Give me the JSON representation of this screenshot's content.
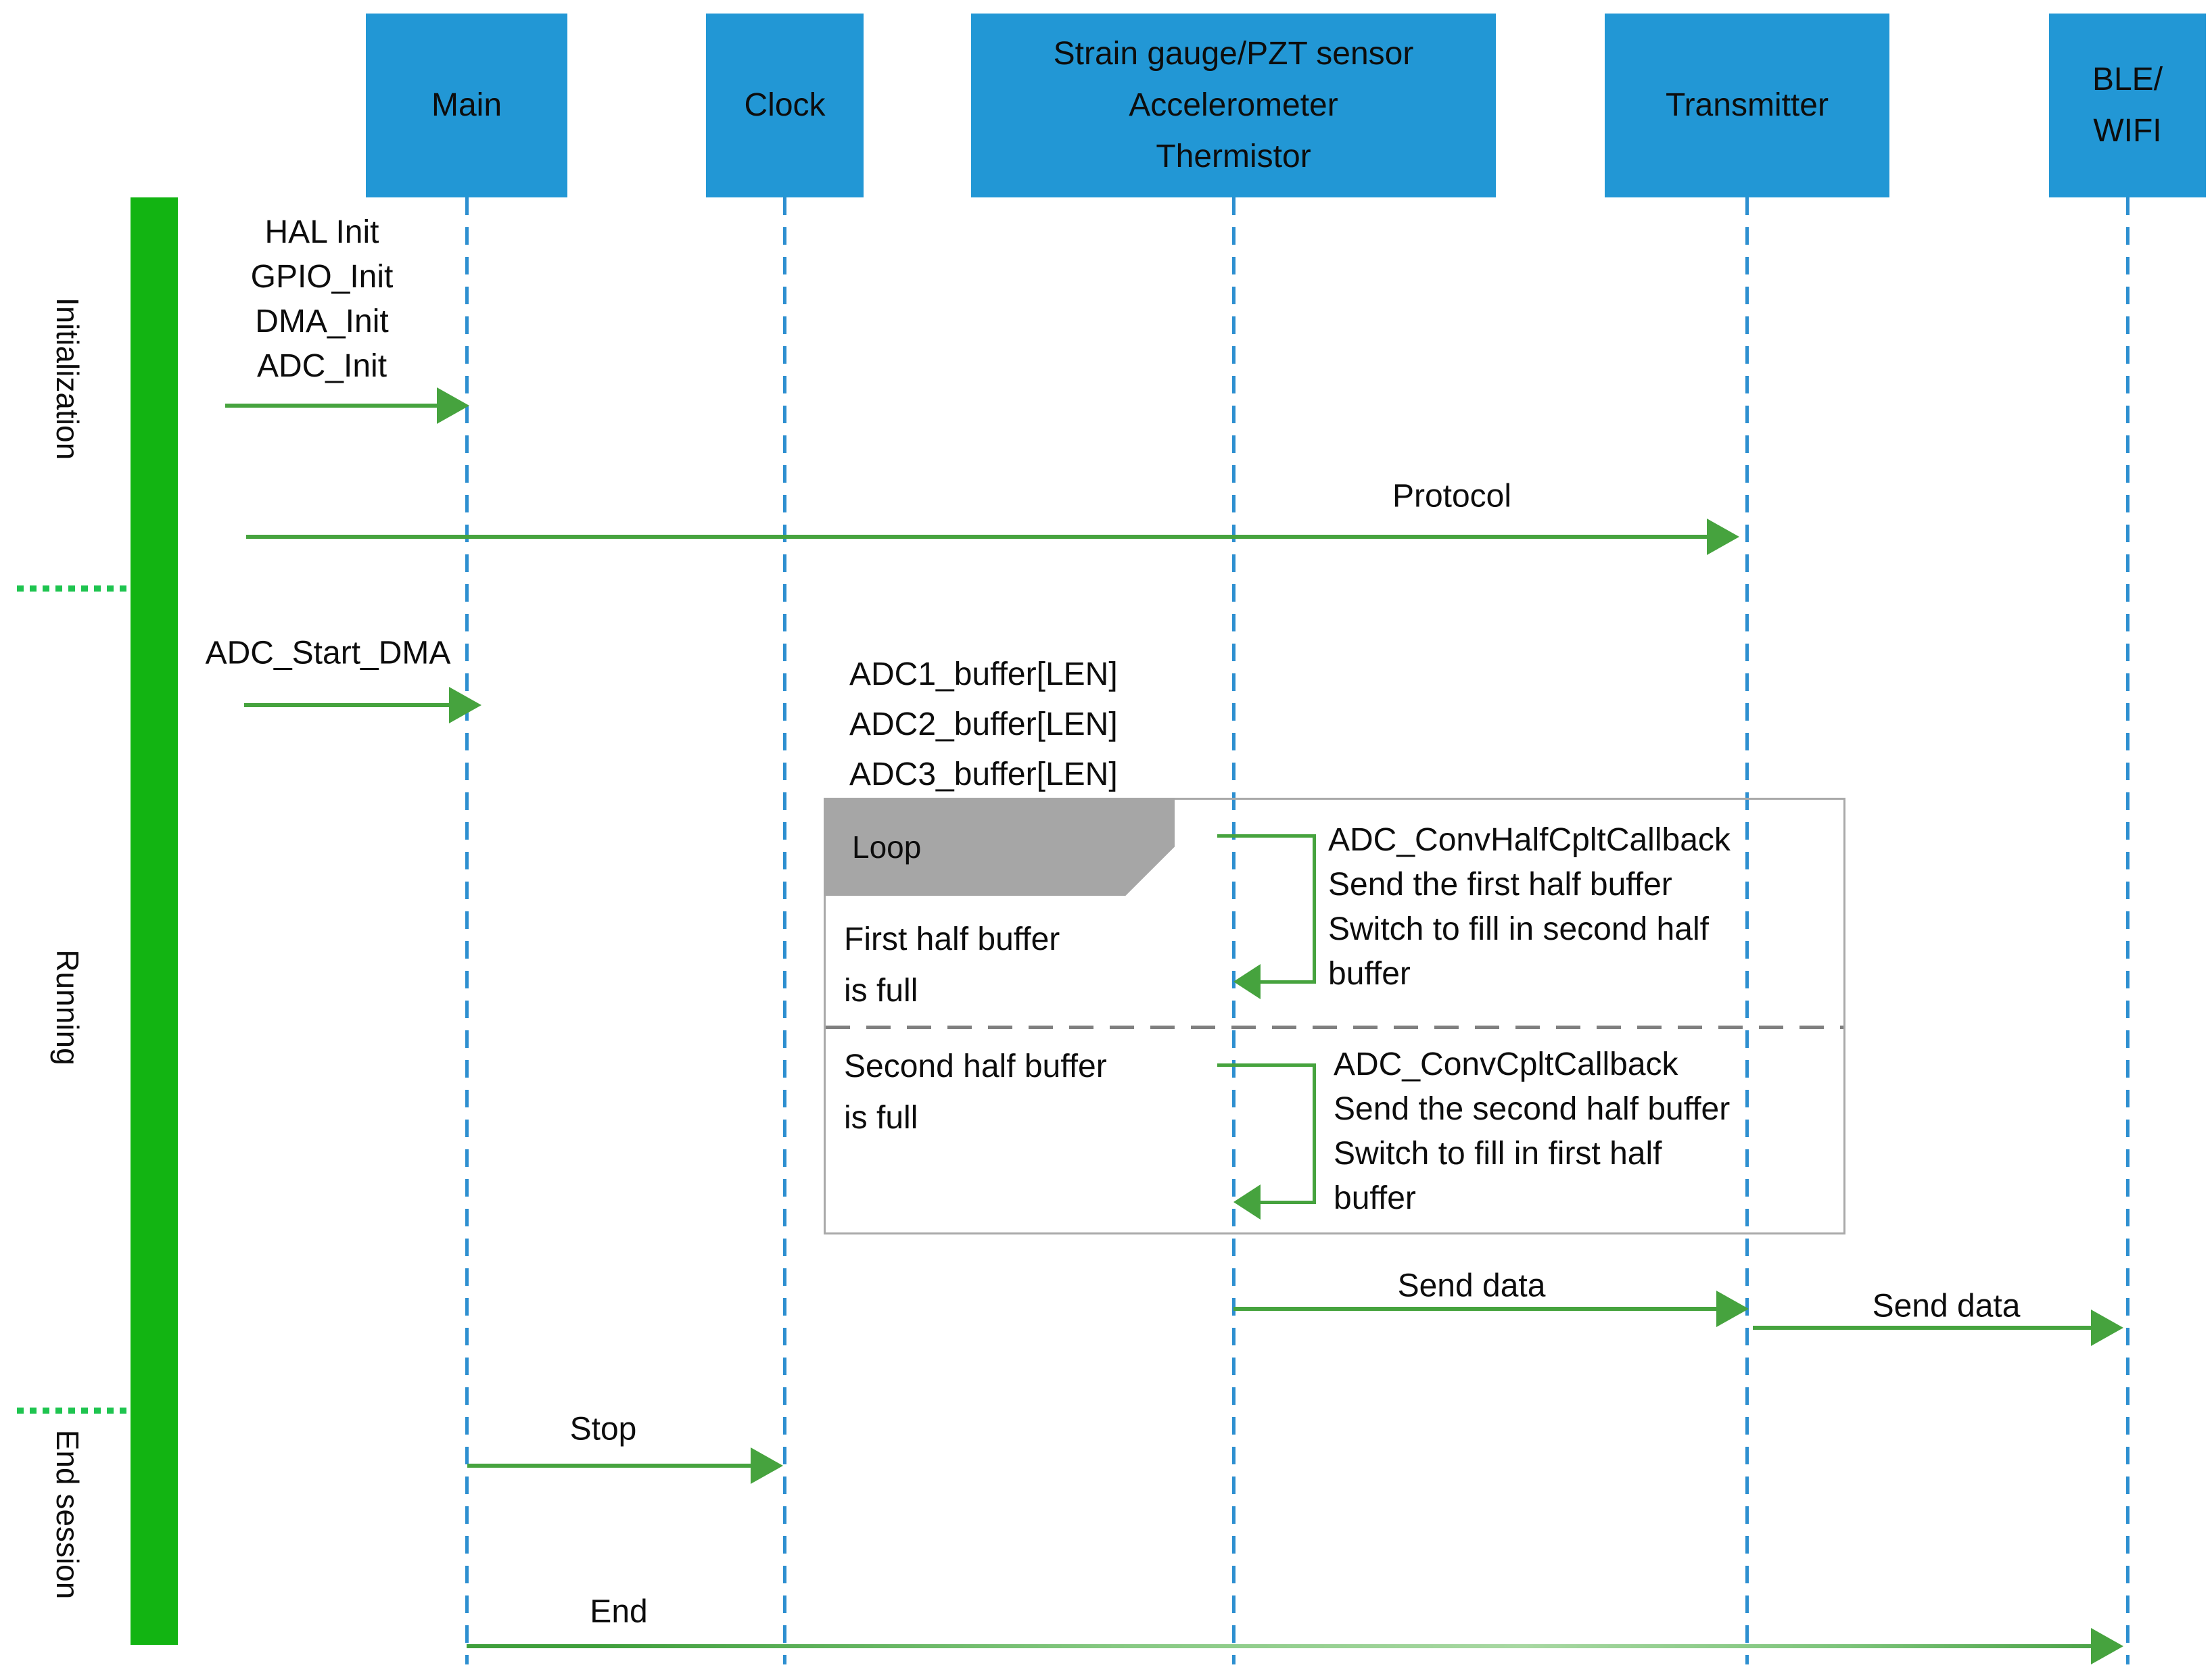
{
  "colors": {
    "actor_fill": "#2297d5",
    "lifeline_blue": "#2d8fd0",
    "bar_green": "#12b412",
    "dot_green": "#1ec44f",
    "arrow_green": "#46a33e",
    "loop_gray": "#a6a6a6"
  },
  "actors": {
    "main": "Main",
    "clock": "Clock",
    "sensor_line1": "Strain  gauge/PZT sensor",
    "sensor_line2": "Accelerometer",
    "sensor_line3": "Thermistor",
    "transmitter": "Transmitter",
    "ble_line1": "BLE/",
    "ble_line2": "WIFI"
  },
  "phases": {
    "initialization": "Initialization",
    "running": "Running",
    "end_session": "End session"
  },
  "messages": {
    "init_lines": [
      "HAL  Init",
      "GPIO_Init",
      "DMA_Init",
      "ADC_Init"
    ],
    "protocol": "Protocol",
    "adc_start_dma": "ADC_Start_DMA",
    "buffers": [
      "ADC1_buffer[LEN]",
      "ADC2_buffer[LEN]",
      "ADC3_buffer[LEN]"
    ],
    "send_data_1": "Send data",
    "send_data_2": "Send data",
    "stop": "Stop",
    "end": "End"
  },
  "loop": {
    "label": "Loop",
    "first_condition_line1": "First half buffer",
    "first_condition_line2": "is full",
    "first_callback_lines": [
      "ADC_ConvHalfCpltCallback",
      "Send the first half buffer",
      "Switch to fill in second half",
      "buffer"
    ],
    "second_condition_line1": "Second half buffer",
    "second_condition_line2": "is full",
    "second_callback_lines": [
      "ADC_ConvCpltCallback",
      "Send the second half buffer",
      "Switch to fill in first half",
      "buffer"
    ]
  }
}
